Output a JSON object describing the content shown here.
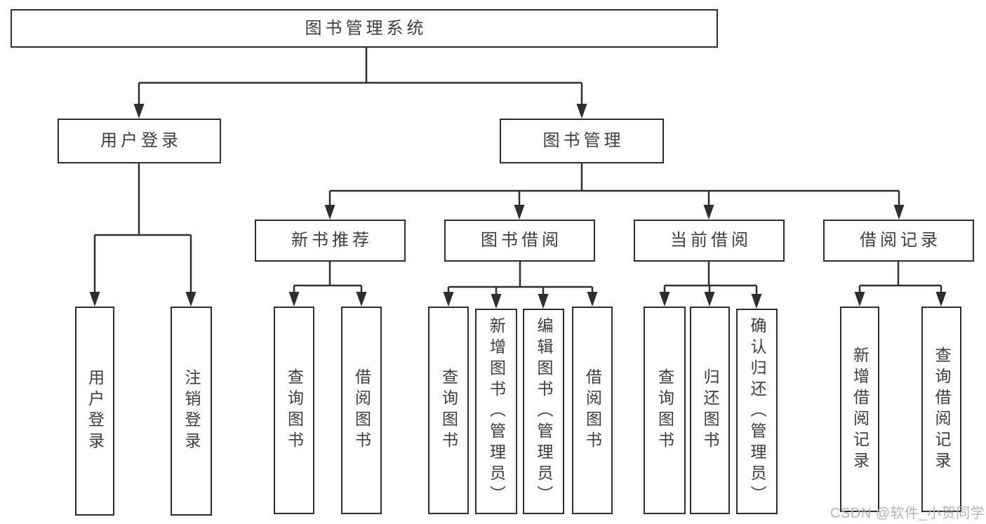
{
  "watermark": "CSDN @软件_小贺同学",
  "colors": {
    "line": "#2e2e2e",
    "box_border": "#2e2e2e",
    "text": "#3d3d3d",
    "watermark": "#b4b4b4",
    "background": "#ffffff"
  },
  "tree": {
    "root": {
      "label": "图书管理系统",
      "children": [
        {
          "label": "用户登录",
          "children": [
            {
              "label": "用户登录"
            },
            {
              "label": "注销登录"
            }
          ]
        },
        {
          "label": "图书管理",
          "children": [
            {
              "label": "新书推荐",
              "children": [
                {
                  "label": "查询图书"
                },
                {
                  "label": "借阅图书"
                }
              ]
            },
            {
              "label": "图书借阅",
              "children": [
                {
                  "label": "查询图书"
                },
                {
                  "label": "新增图书（管理员）"
                },
                {
                  "label": "编辑图书（管理员）"
                },
                {
                  "label": "借阅图书"
                }
              ]
            },
            {
              "label": "当前借阅",
              "children": [
                {
                  "label": "查询图书"
                },
                {
                  "label": "归还图书"
                },
                {
                  "label": "确认归还（管理员）"
                }
              ]
            },
            {
              "label": "借阅记录",
              "children": [
                {
                  "label": "新增借阅记录"
                },
                {
                  "label": "查询借阅记录"
                }
              ]
            }
          ]
        }
      ]
    }
  }
}
